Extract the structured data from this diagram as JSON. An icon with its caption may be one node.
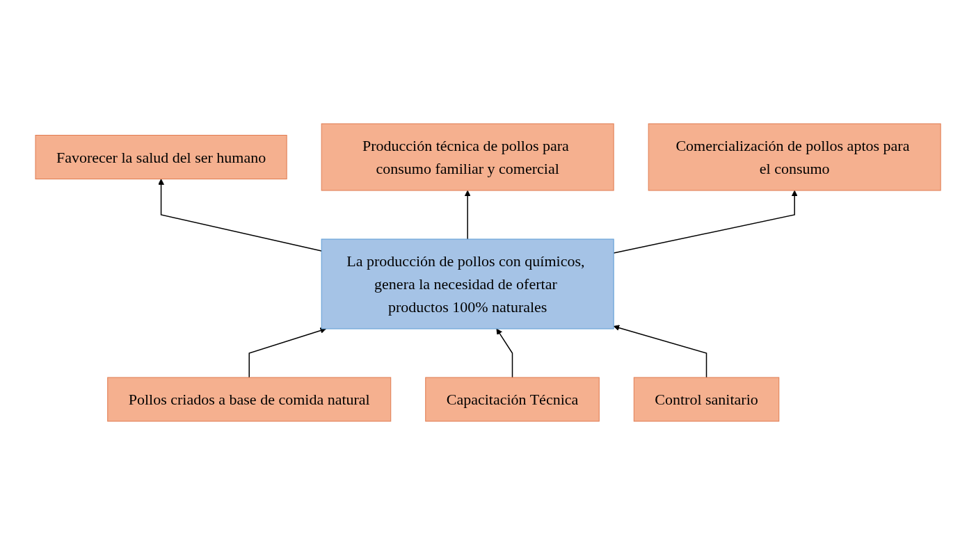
{
  "diagram": {
    "nodes": [
      {
        "text": [
          "Favorecer la salud del ser humano"
        ]
      },
      {
        "text": [
          "Producción técnica de pollos para consumo familiar y comercial"
        ]
      },
      {
        "text": [
          "Comercialización de pollos aptos para el consumo"
        ]
      },
      {
        "text": [
          "La producción de pollos con químicos, genera la necesidad de ofertar productos 100% naturales"
        ]
      },
      {
        "text": [
          "Pollos criados a base de comida natural"
        ]
      },
      {
        "text": [
          "Capacitación Técnica"
        ]
      },
      {
        "text": [
          "Control sanitario"
        ]
      }
    ],
    "edges": [
      {
        "from": 3,
        "to": 0,
        "arrow": "to"
      },
      {
        "from": 3,
        "to": 1,
        "arrow": "to"
      },
      {
        "from": 3,
        "to": 2,
        "arrow": "to"
      },
      {
        "from": 4,
        "to": 3,
        "arrow": "to"
      },
      {
        "from": 5,
        "to": 3,
        "arrow": "to"
      },
      {
        "from": 6,
        "to": 3,
        "arrow": "to"
      }
    ]
  }
}
